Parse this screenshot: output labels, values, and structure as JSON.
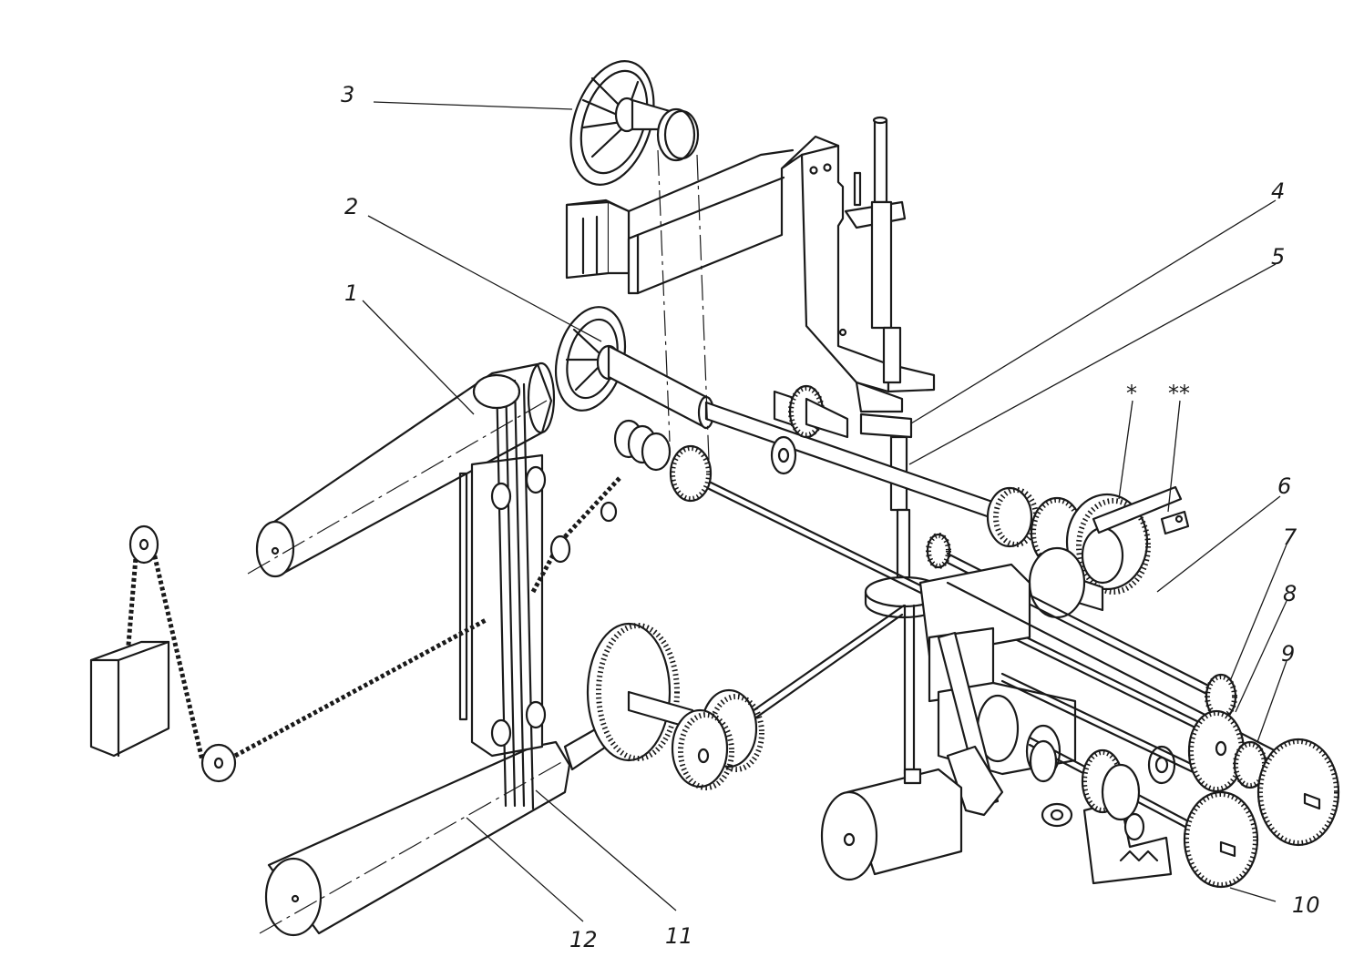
{
  "callouts": {
    "c1": "1",
    "c2": "2",
    "c3": "3",
    "c4": "4",
    "c5": "5",
    "c6": "6",
    "c7": "7",
    "c8": "8",
    "c9": "9",
    "c10": "10",
    "c11": "11",
    "c12": "12",
    "star1": "*",
    "star2": "**"
  },
  "colors": {
    "ink": "#1a1a1a",
    "paper": "#ffffff"
  }
}
